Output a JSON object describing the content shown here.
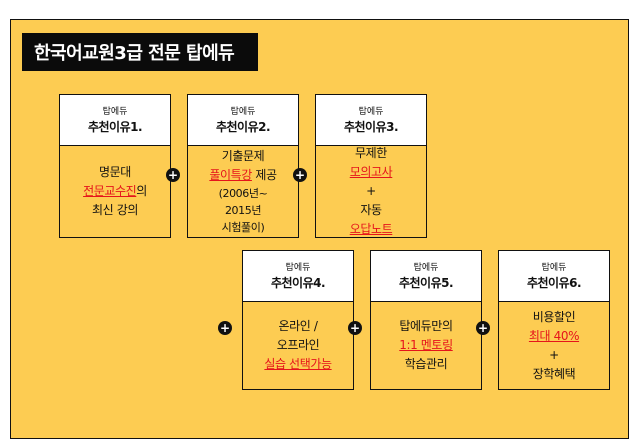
{
  "title": "한국어교원3급 전문 탑에듀",
  "brand": "탑에듀",
  "reasons": [
    {
      "title": "추천이유1.",
      "lines": [
        [
          {
            "t": "명문대"
          }
        ],
        [
          {
            "t": "전문교수진",
            "hl": true
          },
          {
            "t": "의"
          }
        ],
        [
          {
            "t": "최신 강의"
          }
        ]
      ]
    },
    {
      "title": "추천이유2.",
      "lines": [
        [
          {
            "t": "기출문제"
          }
        ],
        [
          {
            "t": "풀이특강",
            "hl": true
          },
          {
            "t": " 제공"
          }
        ],
        [
          {
            "t": "(2006년~",
            "small": true
          }
        ],
        [
          {
            "t": "2015년",
            "small": true
          }
        ],
        [
          {
            "t": "시험풀이)",
            "small": true
          }
        ]
      ]
    },
    {
      "title": "추천이유3.",
      "lines": [
        [
          {
            "t": "무제한"
          }
        ],
        [
          {
            "t": "모의고사",
            "hl": true
          }
        ],
        [
          {
            "t": "+"
          }
        ],
        [
          {
            "t": "자동"
          }
        ],
        [
          {
            "t": "오답노트",
            "hl": true
          }
        ]
      ]
    },
    {
      "title": "추천이유4.",
      "lines": [
        [
          {
            "t": "온라인 /"
          }
        ],
        [
          {
            "t": "오프라인"
          }
        ],
        [
          {
            "t": "실습 선택가능",
            "hl": true
          }
        ]
      ]
    },
    {
      "title": "추천이유5.",
      "lines": [
        [
          {
            "t": "탑에듀만의"
          }
        ],
        [
          {
            "t": "1:1 멘토링",
            "hl": true
          }
        ],
        [
          {
            "t": "학습관리"
          }
        ]
      ]
    },
    {
      "title": "추천이유6.",
      "lines": [
        [
          {
            "t": "비용할인"
          }
        ],
        [
          {
            "t": "최대 40%",
            "hl": true
          }
        ],
        [
          {
            "t": "+"
          }
        ],
        [
          {
            "t": "장학혜택"
          }
        ]
      ]
    }
  ],
  "plus_symbol": "+"
}
